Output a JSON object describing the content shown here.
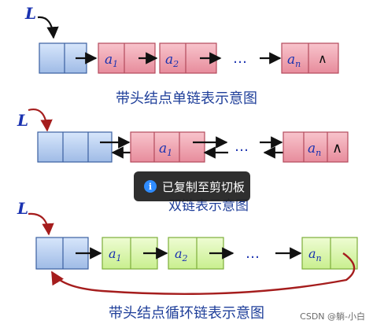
{
  "diagrams": {
    "single": {
      "head_label": "L",
      "nodes": [
        "a1",
        "a2",
        "an"
      ],
      "ellipsis": "…",
      "null_symbol": "∧",
      "caption": "带头结点单链表示意图"
    },
    "double": {
      "head_label": "L",
      "nodes": [
        "a1",
        "an"
      ],
      "ellipsis": "…",
      "null_symbol": "∧",
      "caption": "双链表示意图"
    },
    "circular": {
      "head_label": "L",
      "nodes": [
        "a1",
        "a2",
        "an"
      ],
      "ellipsis": "…",
      "caption": "带头结点循环链表示意图"
    }
  },
  "toast": {
    "icon": "info-icon",
    "text": "已复制至剪切板"
  },
  "watermark": "CSDN @躺-小白",
  "colors": {
    "head_blue": "#bcd3f2",
    "node_red": "#f2a6b2",
    "node_green": "#dcf7b0",
    "arrow": "#111111",
    "loop_arrow": "#a51d1d",
    "caption": "#1f3f9a",
    "node_text": "#1a32b0"
  }
}
